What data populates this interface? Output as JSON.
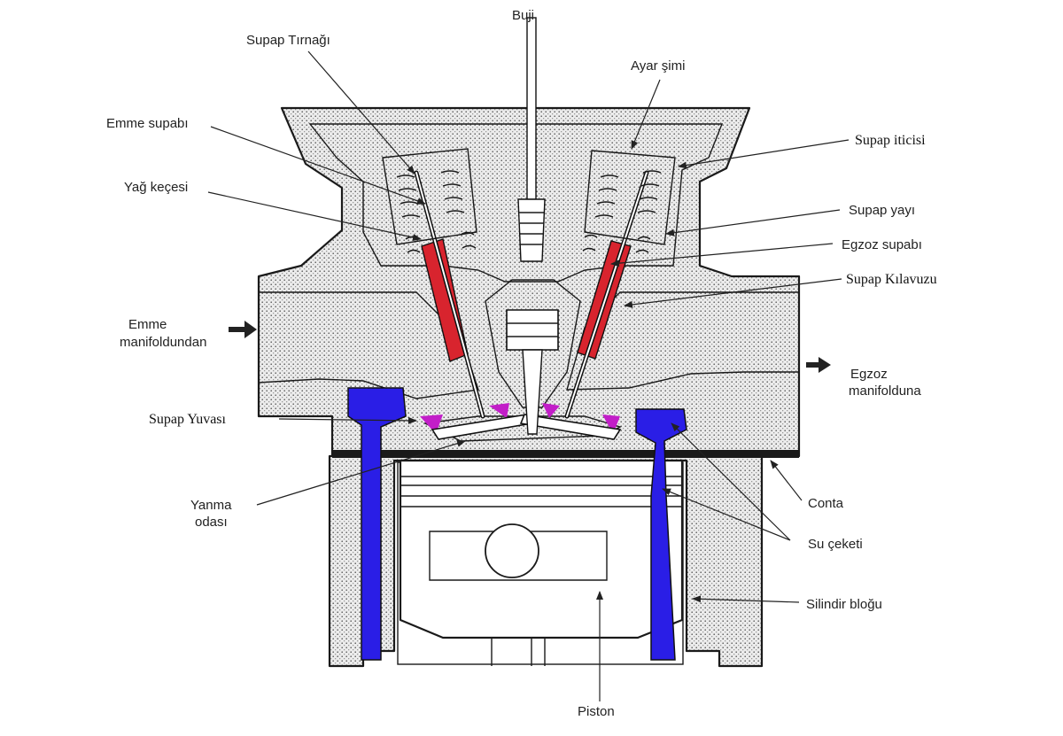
{
  "labels": {
    "buji": "Buji",
    "supap_tirnagi": "Supap Tırnağı",
    "ayar_simi": "Ayar şimi",
    "emme_supabi": "Emme supabı",
    "supap_iticisi": "Supap iticisi",
    "yag_kecesi": "Yağ keçesi",
    "supap_yayi": "Supap yayı",
    "egzoz_supabi": "Egzoz supabı",
    "supap_kilavuzu": "Supap Kılavuzu",
    "emme_line1": "Emme",
    "emme_line2": "manifoldundan",
    "egzoz_line1": "Egzoz",
    "egzoz_line2": "manifolduna",
    "supap_yuvasi": "Supap Yuvası",
    "yanma_line1": "Yanma",
    "yanma_line2": "odası",
    "conta": "Conta",
    "su_ceketi": "Su çeketi",
    "silindir_blogu": "Silindir bloğu",
    "piston": "Piston"
  },
  "colors": {
    "water_jacket": "#2a1ee6",
    "valve_guide": "#d8242e",
    "valve_seat": "#c21ec8",
    "stipple": "#d9d9d9",
    "outline": "#1a1a1a"
  }
}
